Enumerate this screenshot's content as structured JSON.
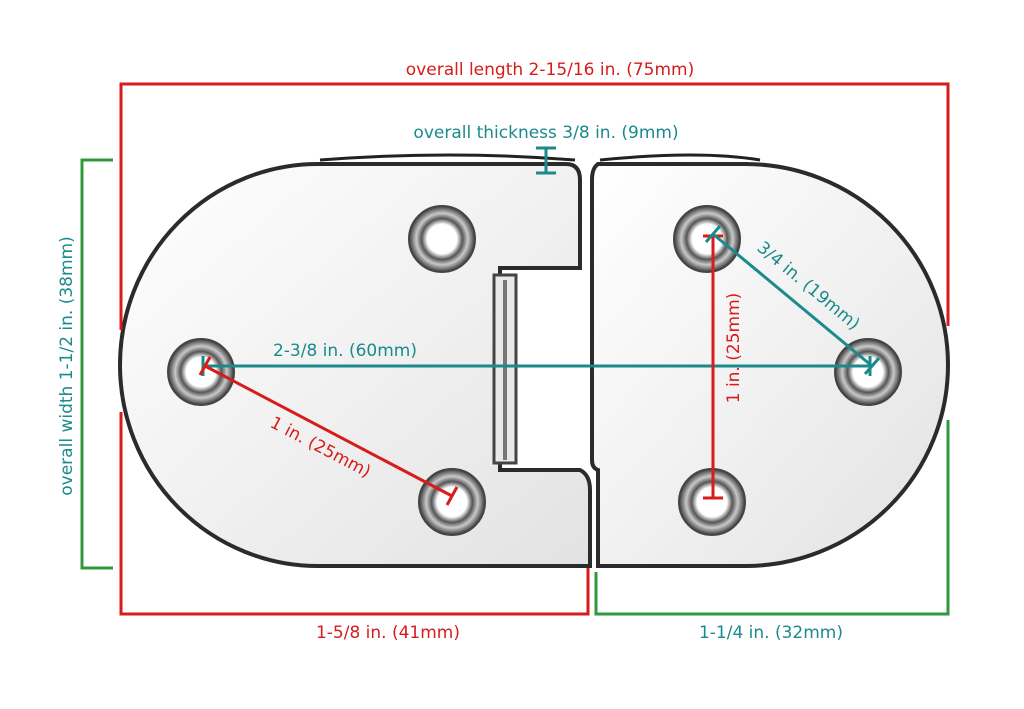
{
  "diagram": {
    "subject": "flush mount hinge with dimension callouts",
    "colors": {
      "red": "#d81b1b",
      "teal": "#1a8a8c",
      "green": "#2e9a3c",
      "metal_dark": "#333333",
      "metal_light": "#f4f4f4"
    },
    "labels": {
      "overall_length": "overall length 2-15/16 in. (75mm)",
      "overall_thickness": "overall thickness 3/8 in. (9mm)",
      "overall_width": "overall width 1-1/2 in. (38mm)",
      "hole_span_horizontal": "2-3/8 in. (60mm)",
      "hole_span_left_diagonal": "1 in. (25mm)",
      "hole_span_right_vertical": "1 in. (25mm)",
      "hole_span_right_diagonal": "3/4 in. (19mm)",
      "left_leaf_length": "1-5/8 in. (41mm)",
      "right_leaf_length": "1-1/4 in. (32mm)"
    }
  }
}
